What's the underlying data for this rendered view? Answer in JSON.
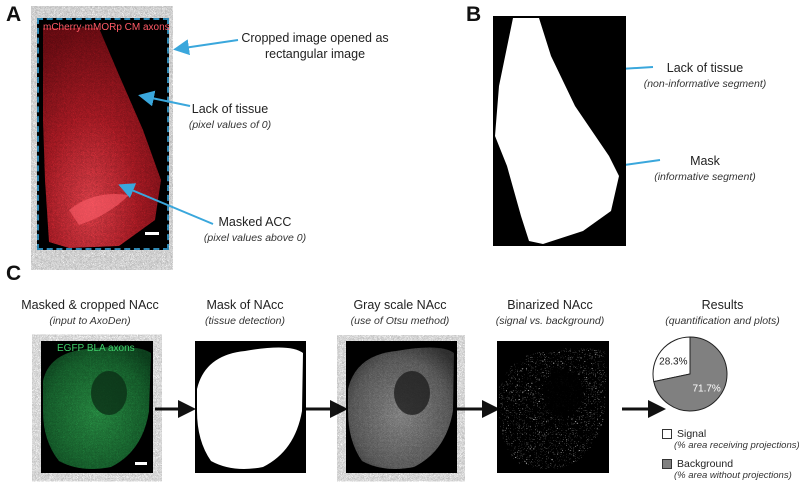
{
  "panel_a": {
    "letter": "A",
    "image_caption": "mCherry-mMORp CM axons",
    "annotations": [
      {
        "title": "Cropped image opened as",
        "title2": "rectangular image",
        "note": ""
      },
      {
        "title": "Lack of tissue",
        "note": "(pixel values of 0)"
      },
      {
        "title": "Masked ACC",
        "note": "(pixel values above 0)"
      }
    ]
  },
  "panel_b": {
    "letter": "B",
    "annotations": [
      {
        "title": "Lack of tissue",
        "note": "(non-informative segment)"
      },
      {
        "title": "Mask",
        "note": "(informative segment)"
      }
    ]
  },
  "panel_c": {
    "letter": "C",
    "steps": [
      {
        "title": "Masked & cropped NAcc",
        "note": "(input to AxoDen)"
      },
      {
        "title": "Mask of NAcc",
        "note": "(tissue detection)"
      },
      {
        "title": "Gray scale NAcc",
        "note": "(use of Otsu method)"
      },
      {
        "title": "Binarized NAcc",
        "note": "(signal vs. background)"
      },
      {
        "title": "Results",
        "note": "(quantification and plots)"
      }
    ],
    "image_caption": "EGFP BLA axons",
    "legend": [
      {
        "label": "Signal",
        "note": "(% area receiving projections)",
        "color": "#ffffff"
      },
      {
        "label": "Background",
        "note": "(% area without projections)",
        "color": "#808080"
      }
    ]
  },
  "chart_data": {
    "type": "pie",
    "labels": [
      "28.3%",
      "71.7%"
    ],
    "categories": [
      "Signal",
      "Background"
    ],
    "values": [
      28.3,
      71.7
    ],
    "colors": [
      "#ffffff",
      "#808080"
    ]
  },
  "colors": {
    "arrow_blue": "#3aa7dc",
    "red_tissue": "#c0202a",
    "green_tissue": "#1d7a3a",
    "pie_background": "#808080"
  }
}
